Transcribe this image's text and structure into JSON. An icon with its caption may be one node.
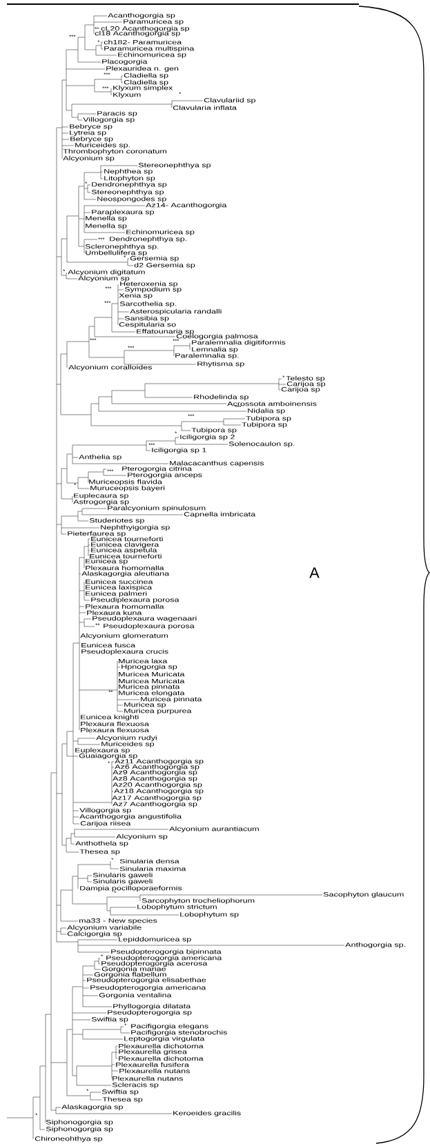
{
  "diagram": {
    "labels": [
      "Acanthogorgia sp",
      "Paramuricea sp",
      "**",
      "cL20 Acanthogorgia sp",
      "cl18 Acanthogorgia sp",
      "***",
      "*",
      "ch182- Paramuricea",
      "Paramuricea multispina",
      "Echinomuricea sp",
      "Placogorgia",
      "Plexauridea n. gen",
      "***",
      "Cladiella sp",
      "Cladiella sp",
      "***",
      "Klyxum simplex",
      "Klyxum",
      "*",
      "Clavulariid sp",
      "Clavularia inflata",
      "Paracis sp",
      "Villogorgia sp",
      "Bebryce sp",
      "Lytreia sp",
      "Bebryce sp",
      "Muriceides sp.",
      "Thrombophyton coronatum",
      "Alcyonium sp",
      "Stereonephthya sp",
      "Nephthea sp",
      "Litophyton sp",
      "*",
      "Dendronephthya sp",
      "Stereonephthya sp",
      "Neospongodes sp",
      "Az14- Acanthogorgia",
      "Paraplexaura sp",
      "Menella sp",
      "Menella sp",
      "Echinomuricea sp",
      "***",
      "Dendronephthya sp.",
      "Scleronephthya sp.",
      "Umbellulifera sp",
      "*",
      "Gersemia sp",
      "d2 Gersemia sp",
      "*",
      "Alcyonium digitatum",
      "Alcyonium sp",
      "Heteroxenia sp",
      "***",
      "Sympodium sp",
      "Xenia sp",
      "***",
      "Sarcothelia sp.",
      "Asterospicularia randalli",
      "Sansibia sp",
      "Cespitularia so",
      "Effatounaria sp",
      "Coelogorgia palmosa",
      "***",
      "***",
      "Paralemnalia digitiformis",
      "***",
      "Lemnalia sp",
      "Paralemnalia sp.",
      "Rhytisma sp",
      "Alcyonium coralloides",
      "*",
      "Telesto sp",
      "Carijoa sp",
      "Carijoa sp",
      "Rhodelinda sp",
      "Acrossota amboinensis",
      "***",
      "Nidalia sp",
      "***",
      "Tubipora sp",
      "Tubipora sp",
      "Tubipora sp",
      "*",
      "Iciligorgia sp 2",
      "Solenocaulon sp.",
      "***",
      "Iciligorgia sp 1",
      "Anthelia sp",
      "Malacacanthus capensis",
      "***",
      "Pterogorgia citrina",
      "Pterogorgia anceps",
      "Muriceopsis flavida",
      "*",
      "Muruceopsis bayeri",
      "Euplecaura sp",
      "Astrogorgia sp",
      "Paralcyonium spinulosum",
      "Capnella imbricata",
      "Studeriotes sp",
      "Nephthyigorgia sp",
      "Pieterfaurea sp",
      "Eunicea tourneforti",
      "Eunicea clavigera",
      "Eunicea aspetula",
      "Eunicea tourneforti",
      "Eunicea sp",
      "Plexaura homomalla",
      "Alaskagorgia aleutiana",
      "Eunicea succinea",
      "Eunicea laxispica",
      "Eunicea palmeri",
      "Pseudiplexaura porosa",
      "Plexaura homomalla",
      "Plexaura kuna",
      "Pseudoplexaura wagenaari",
      "**",
      "Pseudoplexaura porosa",
      "Alcyonium glomeratum",
      "Eunicea fusca",
      "Pseudoplexaura crucis",
      "Muricea laxa",
      "Hpnogorgia sp",
      "Muricea Muricata",
      "Muricea Muricata",
      "Muricea pinnata",
      "**",
      "Muricea elongata",
      "Muricea pinnata",
      "Muricea sp",
      "Muricea purpurea",
      "Eunicea knighti",
      "Plexaura flexuosa",
      "Plexaura flexuosa",
      "Alcyonium rudyi",
      "Muriceides sp",
      "Euplexaura sp",
      "Guaiagorgia sp",
      "*",
      "Az11 Acanthogorgia sp",
      "Az6 Acanthogorgia sp",
      "Az9 Acanthogorgia sp",
      "Az8 Acanthogorgia sp",
      "Az20 Acanthogorgia sp",
      "Az18 Acanthogorgia sp",
      "Az17 Acanthogorgia sp",
      "Az7 Acanthogorgia sp",
      "Villogorgia sp",
      "Acanthogorgia angustifolia",
      "Carijoa riisea",
      "Alcyonium aurantiacum",
      "Alcyonium sp",
      "Anthothela sp",
      "Thesea sp",
      "*",
      "Sinularia densa",
      "Sinularia maxima",
      "Sinularis gaweli",
      "Sinularis gaweli",
      "Dampia pocilloporaeformis",
      "*",
      "Sacophyton glaucum",
      "Sarcophyton trocheliophorum",
      "Lobophytum strictum",
      "Lobophytum sp",
      "ma33 - New species",
      "Alcyonium variabile",
      "Calcigorgia sp",
      "Lepiddomuricea sp",
      "Anthogorgia sp.",
      "Pseudopterogorgia bipinnata",
      "*",
      "Pseudopterogorgia americana",
      "Pseudopterogorgia acerosa",
      "Gorgonia mariae",
      "Gorgonia flabellum",
      "Pseudopterogorgia elisabethae",
      "Pseudopterogorgia americana",
      "Gorgonia ventalina",
      "Phyllogorgia dilatata",
      "Pseudopterogorgia sp",
      "Swiftia sp",
      "*",
      "Pacifigorgia elegans",
      "Pacifigorgia stenobrochis",
      "Leptogorgia virgulata",
      "Plexaurella dichotoma",
      "Plexaurella grisea",
      "Plexaurella dichotoma",
      "Plexaurella fusifera",
      "Plexaurella nutans",
      "Plexaurella nutans",
      "Scleracis sp",
      "*",
      "Swiftia sp",
      "Thesea sp",
      "Alaskagorgia sp",
      "Keroeides gracilis",
      "*",
      "Siphonogorgia sp",
      "Siphonogorgia sp",
      "Chironeohthya sp",
      "A"
    ]
  }
}
